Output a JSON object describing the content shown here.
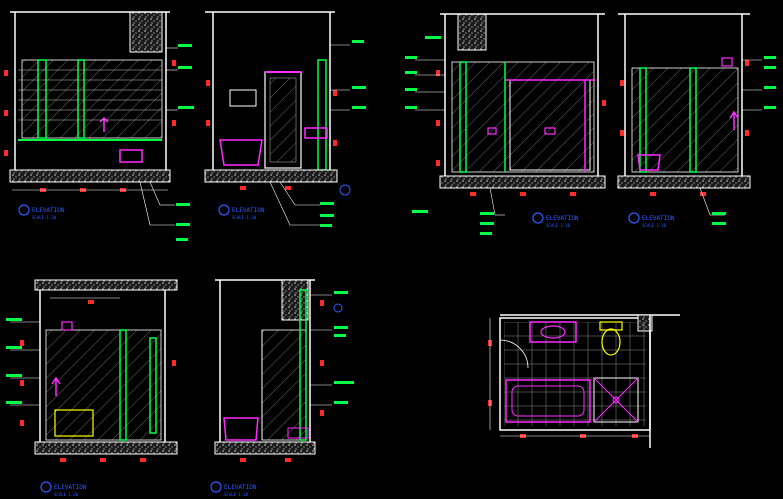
{
  "drawing": {
    "background": "#000000",
    "palette": {
      "wall": "#ffffff",
      "dimension": "#ff2a2a",
      "leader": "#ffffff",
      "fixture": "#ff2bff",
      "cabinet": "#00ff44",
      "hatch": "#9aa0a0",
      "label": "#00ff44",
      "note": "#ffff00",
      "title": "#2f5bff"
    },
    "views": [
      {
        "id": "v1",
        "title": "ELEVATION",
        "scale": "SCALE 1:30"
      },
      {
        "id": "v2",
        "title": "ELEVATION",
        "scale": "SCALE 1:30"
      },
      {
        "id": "v3",
        "title": "ELEVATION",
        "scale": "SCALE 1:30"
      },
      {
        "id": "v4",
        "title": "ELEVATION",
        "scale": "SCALE 1:30"
      },
      {
        "id": "v5",
        "title": "ELEVATION",
        "scale": "SCALE 1:30"
      },
      {
        "id": "v6",
        "title": "ELEVATION",
        "scale": "SCALE 1:30"
      }
    ],
    "plan": {
      "id": "p1",
      "title": "BATHROOM PLAN"
    }
  }
}
